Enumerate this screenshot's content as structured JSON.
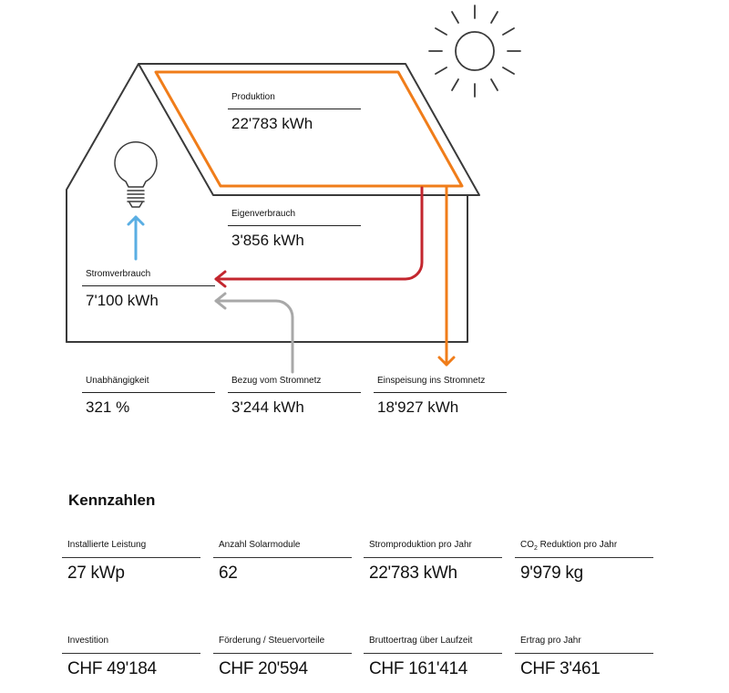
{
  "colors": {
    "orange": "#f07d1a",
    "red": "#c3262e",
    "gray": "#a8a8a8",
    "blue": "#5aaee3",
    "outline": "#3a3a3a"
  },
  "diagram": {
    "produktion": {
      "label": "Produktion",
      "value": "22'783 kWh"
    },
    "eigenverbrauch": {
      "label": "Eigenverbrauch",
      "value": "3'856 kWh"
    },
    "stromverbrauch": {
      "label": "Stromverbrauch",
      "value": "7'100 kWh"
    },
    "unabhaengigkeit": {
      "label": "Unabhängigkeit",
      "value": "321 %"
    },
    "bezug": {
      "label": "Bezug vom Stromnetz",
      "value": "3'244 kWh"
    },
    "einspeisung": {
      "label": "Einspeisung ins Stromnetz",
      "value": "18'927 kWh"
    }
  },
  "kennzahlen": {
    "title": "Kennzahlen",
    "items": [
      {
        "label": "Installierte Leistung",
        "value": "27 kWp"
      },
      {
        "label": "Anzahl Solarmodule",
        "value": "62"
      },
      {
        "label": "Stromproduktion pro Jahr",
        "value": "22'783 kWh"
      },
      {
        "label_prefix": "CO",
        "label_sub": "2",
        "label_suffix": " Reduktion pro Jahr",
        "value": "9'979 kg"
      },
      {
        "label": "Investition",
        "value": "CHF 49'184"
      },
      {
        "label": "Förderung / Steuervorteile",
        "value": "CHF 20'594"
      },
      {
        "label": "Bruttoertrag über Laufzeit",
        "value": "CHF 161'414"
      },
      {
        "label": "Ertrag pro Jahr",
        "value": "CHF 3'461"
      }
    ]
  }
}
